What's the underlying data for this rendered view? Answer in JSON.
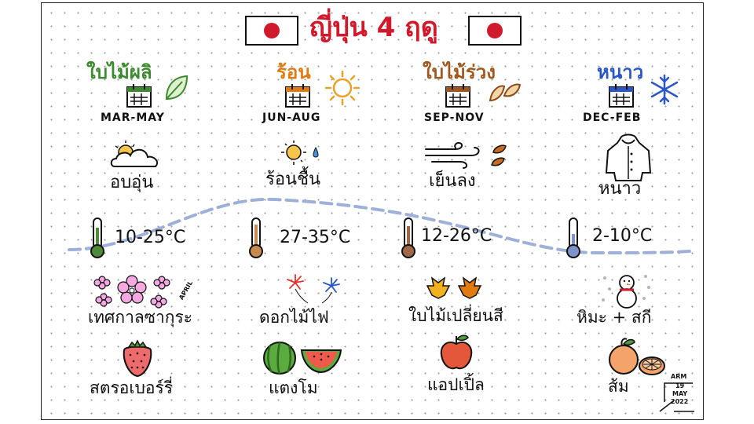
{
  "title": "ญี่ปุ่น 4 ฤดู",
  "colors": {
    "title": "#d0192a",
    "spring": "#3b8a2e",
    "summer": "#e07b12",
    "autumn": "#a0571e",
    "winter": "#2a56c6",
    "wave": "#9fb0d8"
  },
  "seasons": [
    {
      "name": "ใบไม้ผลิ",
      "months": "MAR-MAY",
      "weather": "อบอุ่น",
      "temperature": "10-25°C",
      "event": "เทศกาลซากุระ",
      "food": "สตรอเบอร์รี่",
      "icon": "leaf-icon"
    },
    {
      "name": "ร้อน",
      "months": "JUN-AUG",
      "weather": "ร้อนชื้น",
      "temperature": "27-35°C",
      "event": "ดอกไม้ไฟ",
      "food": "แตงโม",
      "icon": "sun-icon"
    },
    {
      "name": "ใบไม้ร่วง",
      "months": "SEP-NOV",
      "weather": "เย็นลง",
      "temperature": "12-26°C",
      "event": "ใบไม้เปลี่ยนสี",
      "food": "แอปเปิ้ล",
      "icon": "falling-leaves-icon"
    },
    {
      "name": "หนาว",
      "months": "DEC-FEB",
      "weather": "หนาว",
      "temperature": "2-10°C",
      "event": "หิมะ + สกี",
      "food": "ส้ม",
      "icon": "snowflake-icon"
    }
  ],
  "april_note": "APRIL",
  "signature": {
    "initials": "ARM",
    "day": "19",
    "month": "MAY",
    "year": "2022"
  }
}
